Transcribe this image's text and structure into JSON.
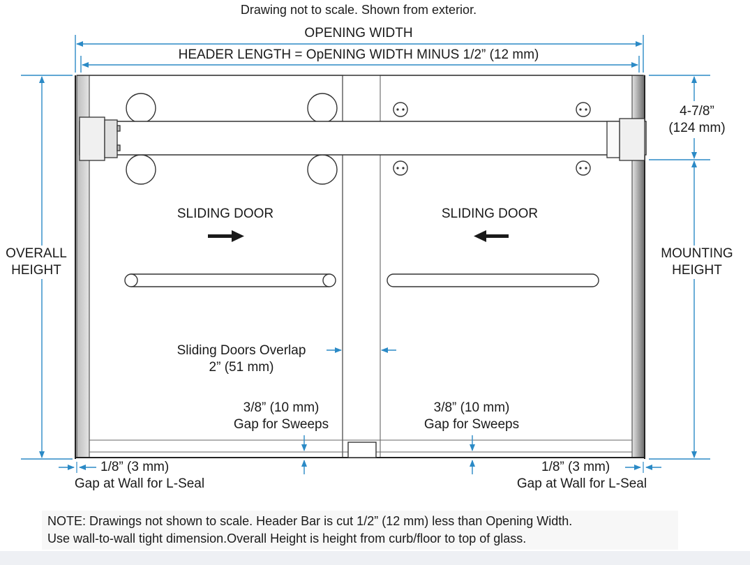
{
  "caption": "Drawing not to scale. Shown from exterior.",
  "dimensions": {
    "opening_width": "OPENING WIDTH",
    "header_length": "HEADER LENGTH = OpENING WIDTH MINUS 1/2” (12 mm)",
    "overall_height_line1": "OVERALL",
    "overall_height_line2": "HEIGHT",
    "header_height_line1": "4-7/8”",
    "header_height_line2": "(124 mm)",
    "mounting_height_line1": "MOUNTING",
    "mounting_height_line2": "HEIGHT"
  },
  "doors": {
    "left_label": "SLIDING DOOR",
    "right_label": "SLIDING DOOR",
    "left_direction": "right",
    "right_direction": "left"
  },
  "overlap": {
    "line1": "Sliding Doors Overlap",
    "line2": "2” (51 mm)"
  },
  "sweep_gap_left": {
    "line1": "3/8” (10 mm)",
    "line2": "Gap for Sweeps"
  },
  "sweep_gap_right": {
    "line1": "3/8” (10 mm)",
    "line2": "Gap for Sweeps"
  },
  "wall_gap_left": {
    "line1": "1/8” (3 mm)",
    "line2": "Gap at Wall for L-Seal"
  },
  "wall_gap_right": {
    "line1": "1/8” (3 mm)",
    "line2": "Gap at Wall for L-Seal"
  },
  "note": {
    "line1": "NOTE: Drawings not shown to scale. Header Bar is cut 1/2” (12 mm) less than Opening Width.",
    "line2": "Use wall-to-wall tight dimension.Overall Height is height from curb/floor to top of glass."
  },
  "colors": {
    "dimension_line": "#2b8ac6",
    "frame": "#333333",
    "arrow": "#1a1a1a"
  }
}
